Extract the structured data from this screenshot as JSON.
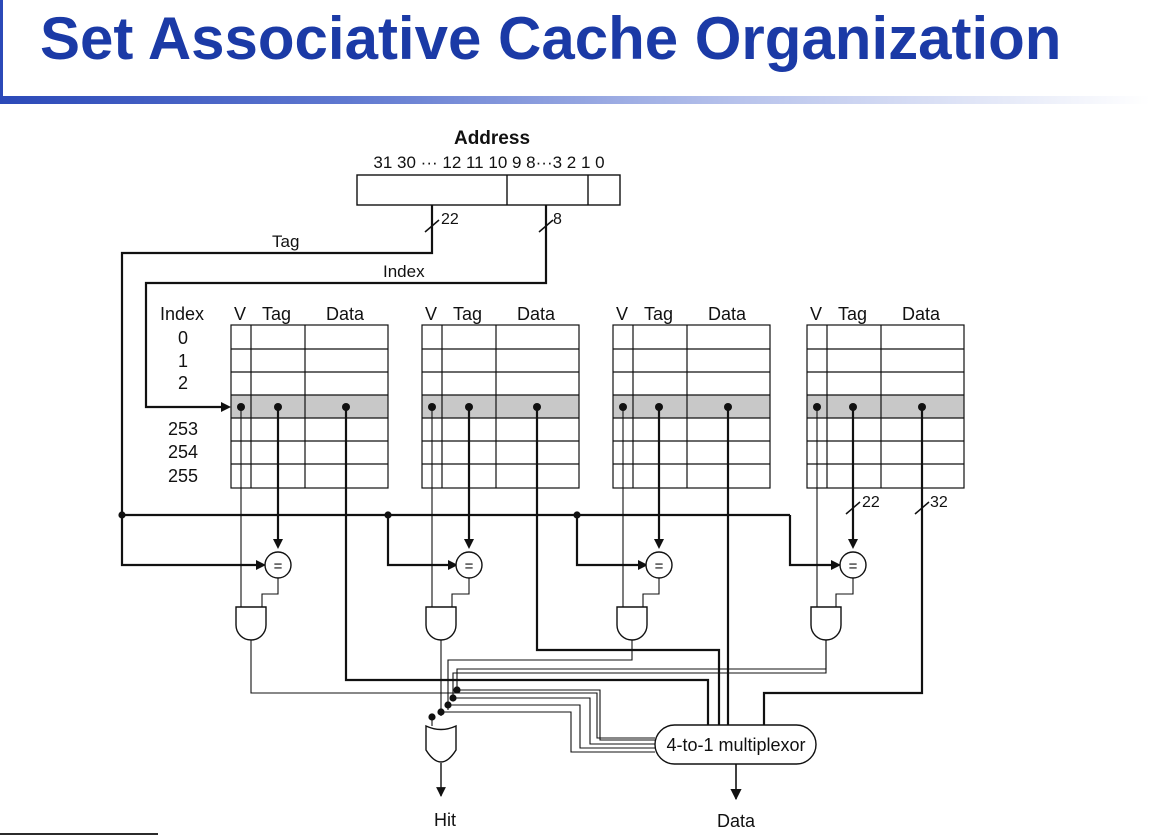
{
  "slide": {
    "title": "Set Associative Cache Organization"
  },
  "address": {
    "title": "Address",
    "bits": "31 30 ··· 12 11 10 9 8···3 2 1 0",
    "tag_width": "22",
    "index_width": "8",
    "tag_label": "Tag",
    "index_label": "Index"
  },
  "cache": {
    "index_header": "Index",
    "row_indices": [
      "0",
      "1",
      "2",
      "253",
      "254",
      "255"
    ],
    "ways": [
      {
        "v": "V",
        "tag": "Tag",
        "data": "Data"
      },
      {
        "v": "V",
        "tag": "Tag",
        "data": "Data"
      },
      {
        "v": "V",
        "tag": "Tag",
        "data": "Data"
      },
      {
        "v": "V",
        "tag": "Tag",
        "data": "Data"
      }
    ],
    "tag_bus_width": "22",
    "data_bus_width": "32",
    "comparator_symbol": "="
  },
  "mux": {
    "label": "4-to-1 multiplexor"
  },
  "outputs": {
    "hit": "Hit",
    "data": "Data"
  },
  "colors": {
    "title": "#1b3aa6",
    "selected_row": "#c8c8c8",
    "line": "#111111"
  }
}
